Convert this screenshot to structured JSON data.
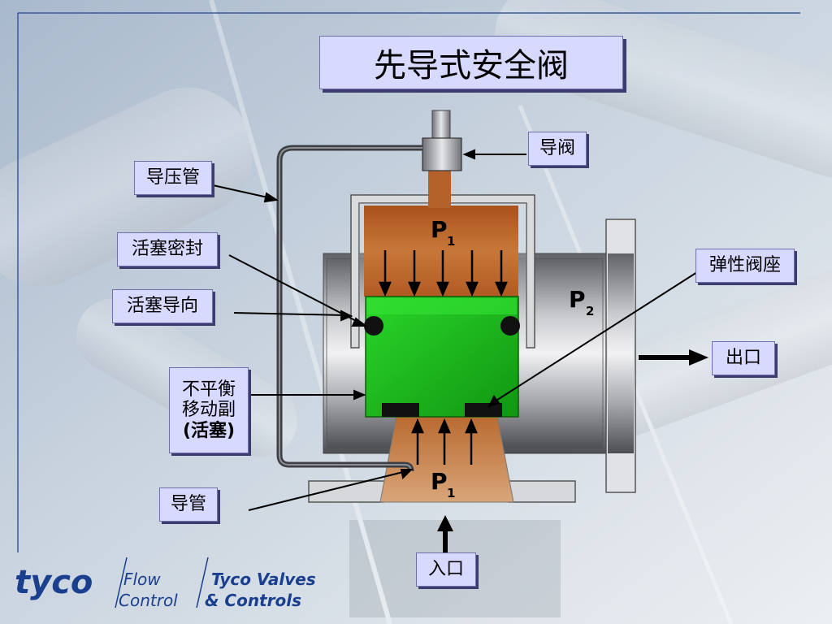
{
  "title": "先导式安全阀",
  "labels": {
    "pilot_valve": "导阀",
    "pilot_pressure_tube": "导压管",
    "piston_seal": "活塞密封",
    "piston_guide": "活塞导向",
    "unbalanced_moving_part_line1": "不平衡",
    "unbalanced_moving_part_line2": "移动副",
    "unbalanced_moving_part_line3": "(活塞)",
    "pilot_tube": "导管",
    "elastic_seat": "弹性阀座",
    "outlet": "出口",
    "inlet": "入口"
  },
  "diagram_text": {
    "p1_top": "P",
    "p1_top_sub": "1",
    "p2": "P",
    "p2_sub": "2",
    "p1_bottom": "P",
    "p1_bottom_sub": "1"
  },
  "logo": {
    "brand": "tyco",
    "division_line1": "Flow",
    "division_line2": "Control",
    "company_line1": "Tyco Valves",
    "company_line2": "& Controls"
  },
  "colors": {
    "label_bg": "#d7d9ff",
    "fluid": "#b8642a",
    "piston": "#1fcc1f",
    "body_gray": "#8a8c94",
    "logo_blue": "#1b3f8f"
  }
}
